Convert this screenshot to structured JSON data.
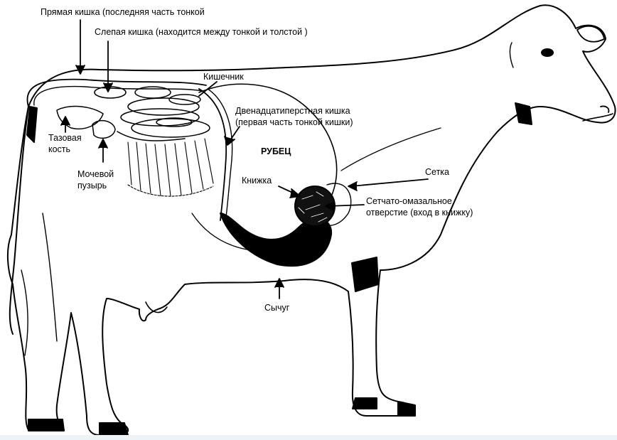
{
  "labels": {
    "rectum": "Прямая кишка (последняя часть тонкой",
    "cecum": "Слепая кишка (находится между тонкой и толстой )",
    "intestine": "Кишечник",
    "duodenum_line1": "Двенадцатиперстная кишка",
    "duodenum_line2": "(первая часть тонкой кишки)",
    "pelvic_line1": "Тазовая",
    "pelvic_line2": "кость",
    "bladder_line1": "Мочевой",
    "bladder_line2": "пузырь",
    "rumen": "РУБЕЦ",
    "omasum": "Книжка",
    "reticulum": "Сетка",
    "orifice_line1": "Сетчато-омазальное",
    "orifice_line2": "отверстие (вход в книжку)",
    "abomasum": "Сычуг"
  },
  "colors": {
    "ink": "#000000",
    "background": "#ffffff",
    "bottom_bar": "#eef3f7"
  }
}
